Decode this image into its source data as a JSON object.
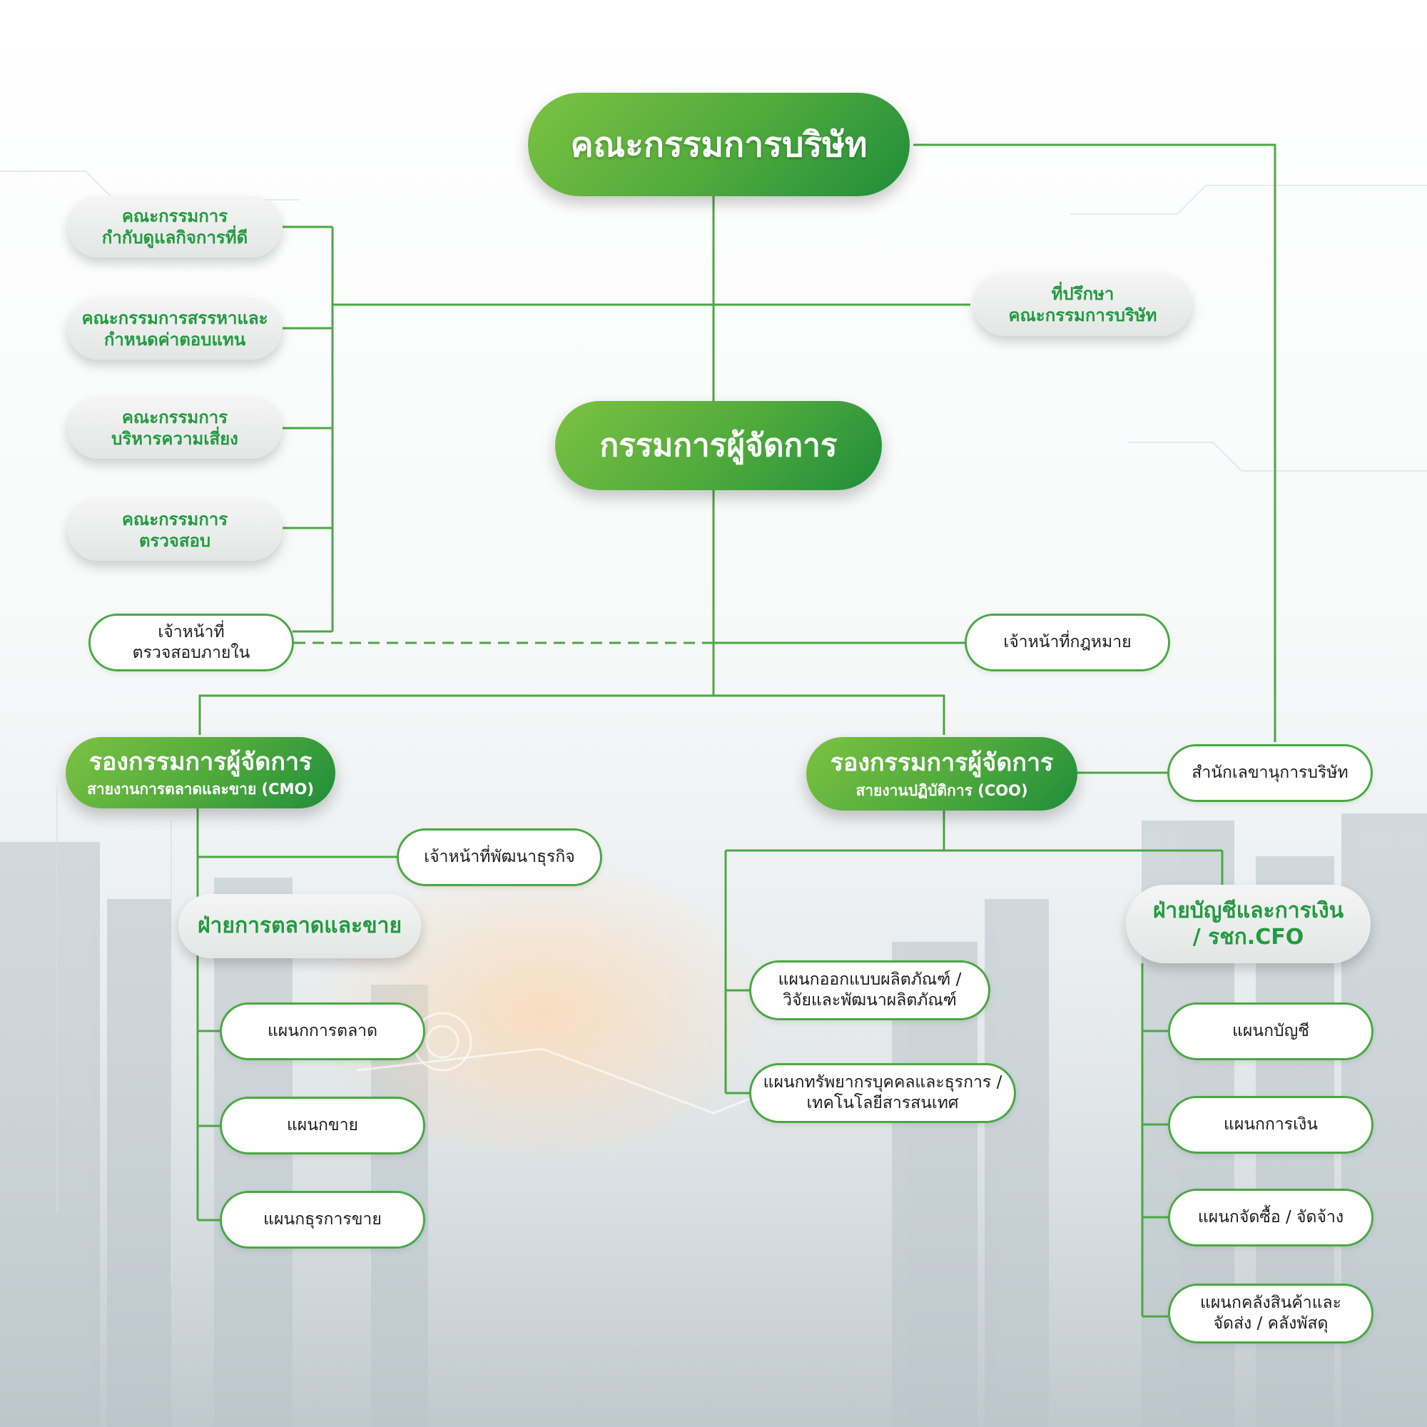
{
  "board": {
    "label": "คณะกรรมการบริษัท"
  },
  "committees": [
    {
      "line1": "คณะกรรมการ",
      "line2": "กำกับดูแลกิจการที่ดี"
    },
    {
      "line1": "คณะกรรมการสรรหาและ",
      "line2": "กำหนดค่าตอบแทน"
    },
    {
      "line1": "คณะกรรมการ",
      "line2": "บริหารความเสี่ยง"
    },
    {
      "line1": "คณะกรรมการ",
      "line2": "ตรวจสอบ"
    }
  ],
  "advisor": {
    "line1": "ที่ปรึกษา",
    "line2": "คณะกรรมการบริษัท"
  },
  "md": {
    "label": "กรรมการผู้จัดการ"
  },
  "internal_audit": {
    "line1": "เจ้าหน้าที่",
    "line2": "ตรวจสอบภายใน"
  },
  "legal": {
    "label": "เจ้าหน้าที่กฎหมาย"
  },
  "cmo": {
    "title": "รองกรรมการผู้จัดการ",
    "subtitle": "สายงานการตลาดและขาย (CMO)"
  },
  "coo": {
    "title": "รองกรรมการผู้จัดการ",
    "subtitle": "สายงานปฏิบัติการ (COO)"
  },
  "secretary": {
    "label": "สำนักเลขานุการบริษัท"
  },
  "bizdev": {
    "label": "เจ้าหน้าที่พัฒนาธุรกิจ"
  },
  "marketing_dept": {
    "label": "ฝ่ายการตลาดและขาย"
  },
  "marketing_units": [
    {
      "label": "แผนกการตลาด"
    },
    {
      "label": "แผนกขาย"
    },
    {
      "label": "แผนกธุรการขาย"
    }
  ],
  "ops_units": [
    {
      "line1": "แผนกออกแบบผลิตภัณฑ์ /",
      "line2": "วิจัยและพัฒนาผลิตภัณฑ์"
    },
    {
      "line1": "แผนกทรัพยากรบุคคลและธุรการ /",
      "line2": "เทคโนโลยีสารสนเทศ"
    }
  ],
  "finance_dept": {
    "line1": "ฝ่ายบัญชีและการเงิน",
    "line2": "/ รชก.CFO"
  },
  "finance_units": [
    {
      "line1": "แผนกบัญชี"
    },
    {
      "line1": "แผนกการเงิน"
    },
    {
      "line1": "แผนกจัดซื้อ / จัดจ้าง"
    },
    {
      "line1": "แผนกคลังสินค้าและ",
      "line2": "จัดส่ง / คลังพัสดุ"
    }
  ],
  "colors": {
    "line": "#4aa843",
    "green_dark": "#1f8d3b",
    "green_light": "#7cc242",
    "grey_text": "#229a41"
  }
}
